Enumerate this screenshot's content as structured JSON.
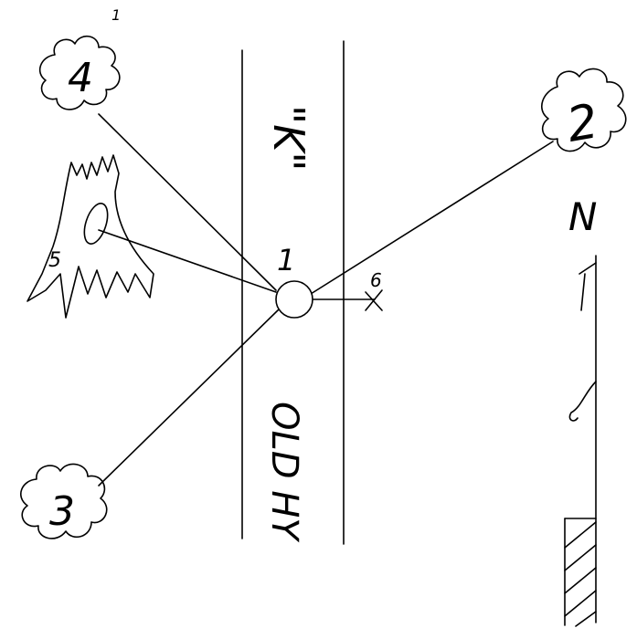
{
  "page_number": "1",
  "road_name": "\"K\"",
  "road_label_bottom": "OLD HY",
  "north_label": "N",
  "points": {
    "center": "1",
    "tree_2": "2",
    "tree_3": "3",
    "tree_4": "4",
    "stump_5": "5",
    "mark_6": "6"
  }
}
